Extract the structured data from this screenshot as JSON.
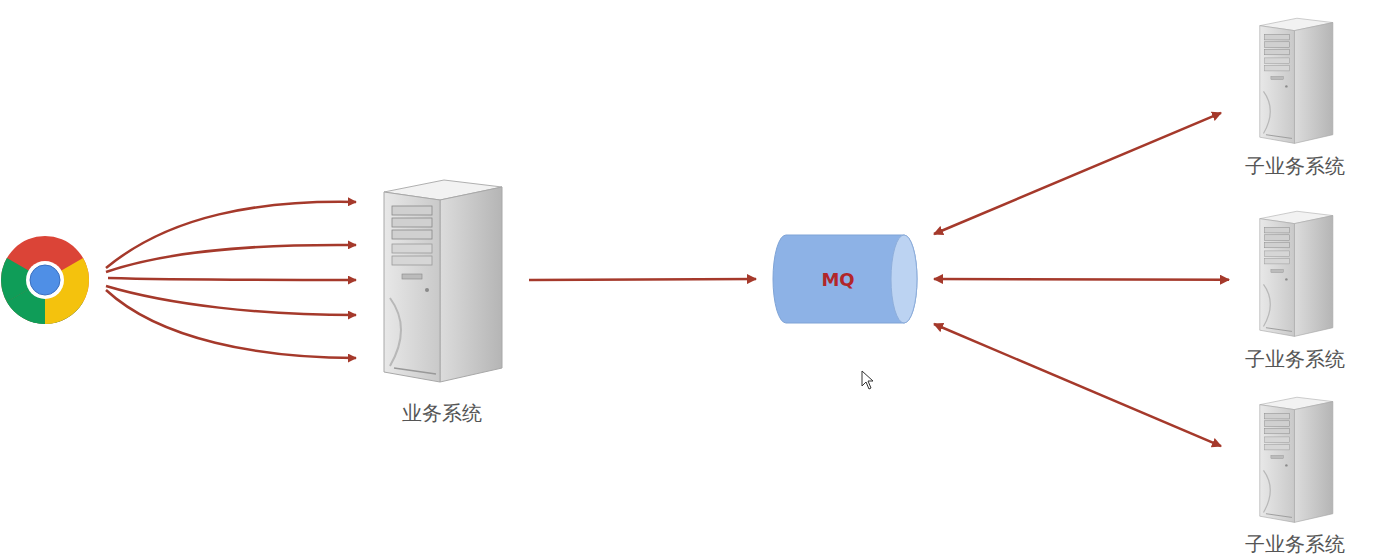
{
  "diagram": {
    "nodes": [
      {
        "text": [
          "业务系统"
        ]
      },
      {
        "text": [
          "MQ"
        ]
      },
      {
        "text": [
          "子业务系统"
        ]
      },
      {
        "text": [
          "子业务系统"
        ]
      },
      {
        "text": [
          "子业务系统"
        ]
      }
    ],
    "edges": [
      {
        "from": 0,
        "to": 1,
        "arrow": "to"
      },
      {
        "from": 1,
        "to": 2,
        "arrow": "both"
      },
      {
        "from": 1,
        "to": 3,
        "arrow": "both"
      },
      {
        "from": 1,
        "to": 4,
        "arrow": "both"
      }
    ]
  }
}
